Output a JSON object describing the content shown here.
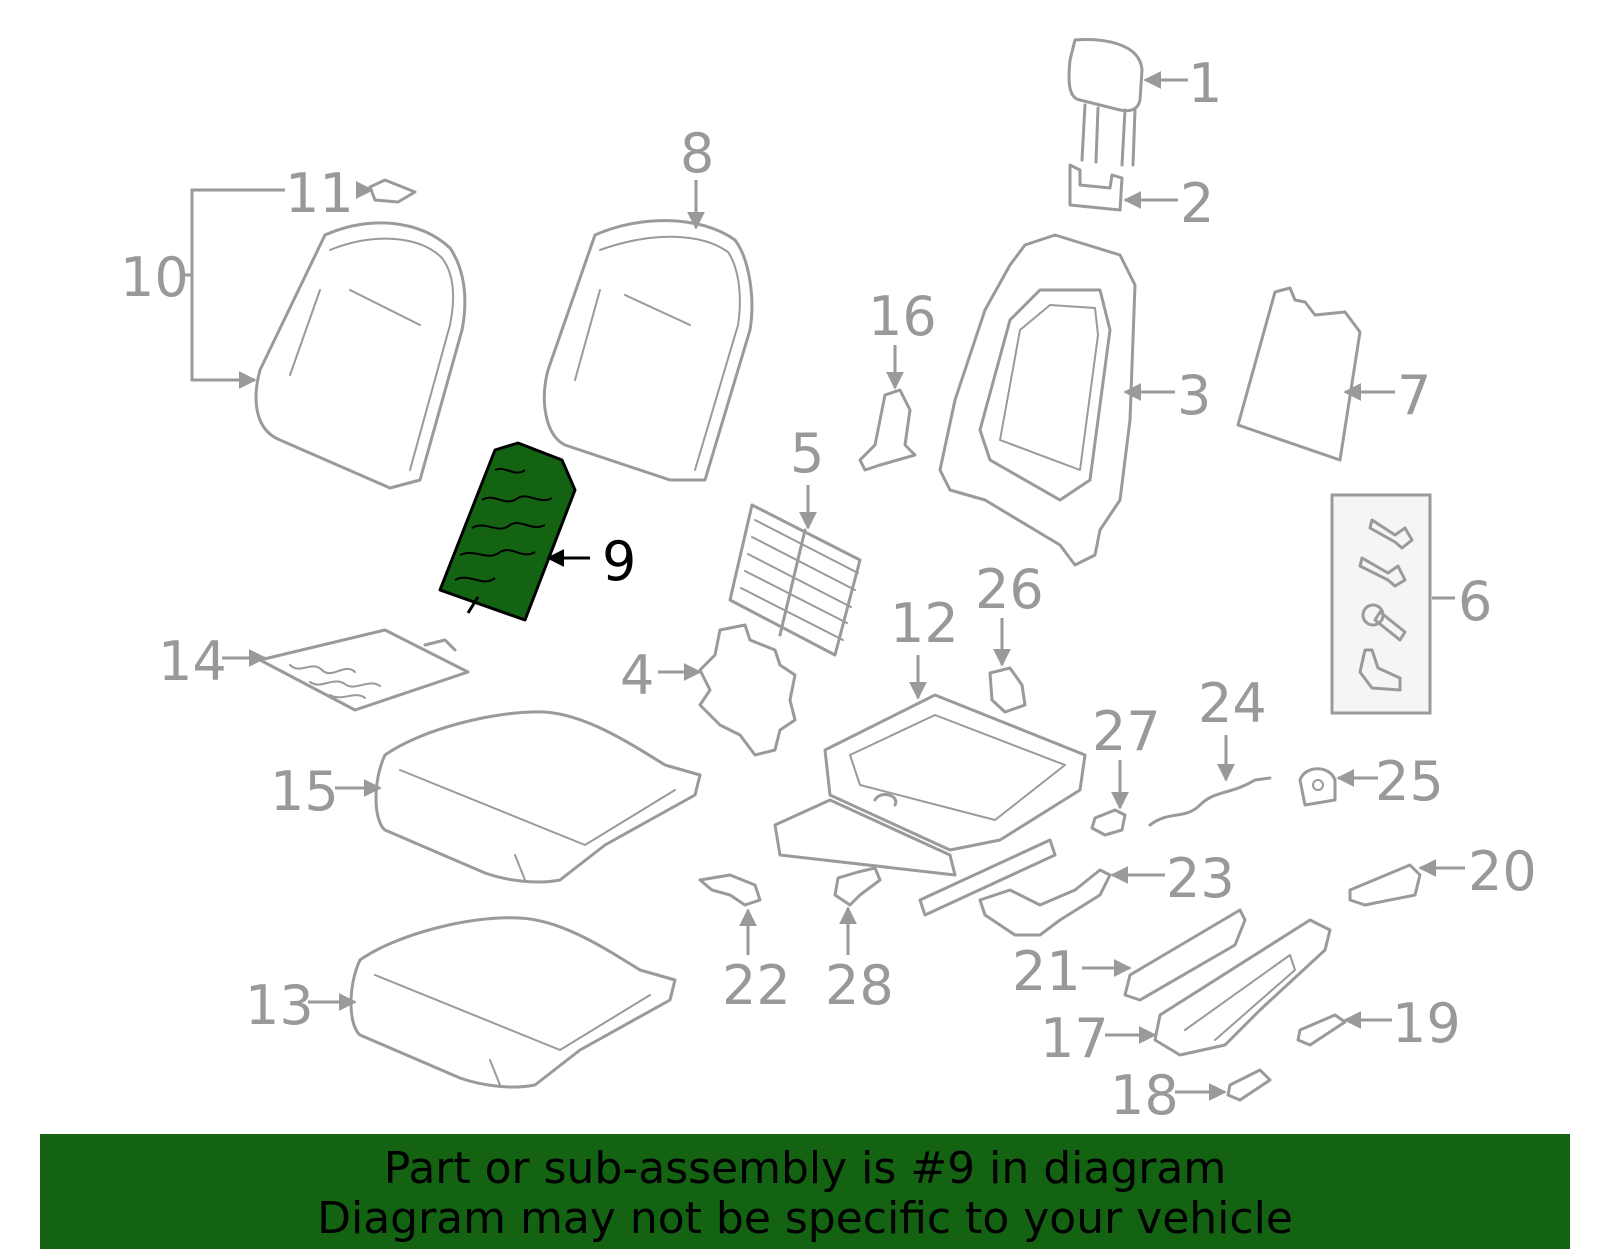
{
  "diagram": {
    "highlighted_part": "9",
    "highlight_color": "#136312",
    "line_color": "#9a9a9a",
    "callouts": [
      "1",
      "2",
      "3",
      "4",
      "5",
      "6",
      "7",
      "8",
      "9",
      "10",
      "11",
      "12",
      "13",
      "14",
      "15",
      "16",
      "17",
      "18",
      "19",
      "20",
      "21",
      "22",
      "23",
      "24",
      "25",
      "26",
      "27",
      "28"
    ]
  },
  "banner": {
    "line1": "Part or sub-assembly is #9 in diagram",
    "line2": "Diagram may not be specific to your vehicle",
    "background": "#136312"
  }
}
